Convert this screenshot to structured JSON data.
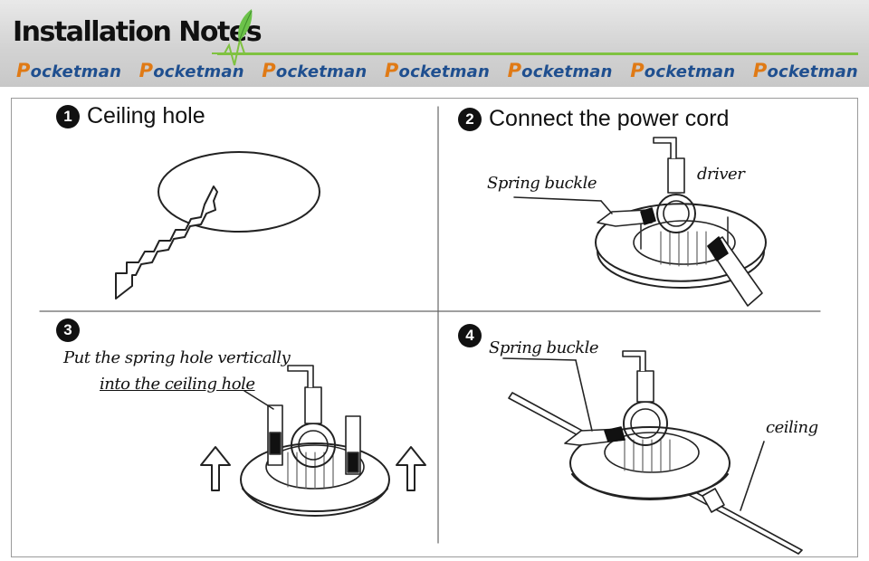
{
  "header": {
    "title": "Installation Notes",
    "brand_name": "Pocketman",
    "brand_initial": "P",
    "brand_rest": "ocketman",
    "brand_count": 7,
    "colors": {
      "brand_blue": "#1f4f8f",
      "brand_orange": "#e07a15",
      "accent_green": "#7fc241"
    }
  },
  "steps": [
    {
      "number": "1",
      "title": "Ceiling hole"
    },
    {
      "number": "2",
      "title": "Connect the power cord"
    },
    {
      "number": "3",
      "title": ""
    },
    {
      "number": "4",
      "title": ""
    }
  ],
  "labels": {
    "spring_buckle_2": "Spring buckle",
    "driver": "driver",
    "put_line1": "Put the spring hole vertically",
    "put_line2": "into the ceiling hole",
    "spring_buckle_4": "Spring buckle",
    "ceiling": "ceiling"
  }
}
